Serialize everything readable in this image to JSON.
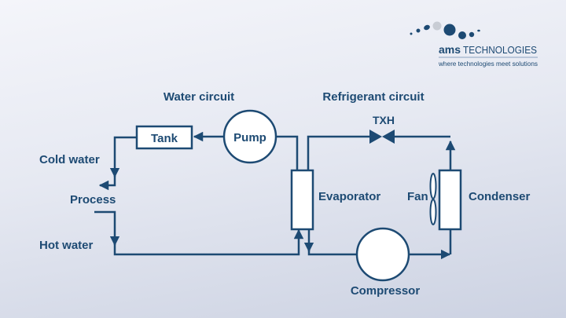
{
  "logo": {
    "brand_bold": "ams",
    "brand_light": "TECHNOLOGIES",
    "tagline": "where technologies meet solutions"
  },
  "colors": {
    "line": "#1d4a73",
    "fill": "#ffffff",
    "logo_grey": "#c8ccd4"
  },
  "headings": {
    "water_circuit": "Water circuit",
    "refrigerant_circuit": "Refrigerant circuit"
  },
  "components": {
    "tank": "Tank",
    "pump": "Pump",
    "txh": "TXH",
    "evaporator": "Evaporator",
    "fan": "Fan",
    "condenser": "Condenser",
    "compressor": "Compressor"
  },
  "labels": {
    "cold_water": "Cold water",
    "process": "Process",
    "hot_water": "Hot water"
  }
}
